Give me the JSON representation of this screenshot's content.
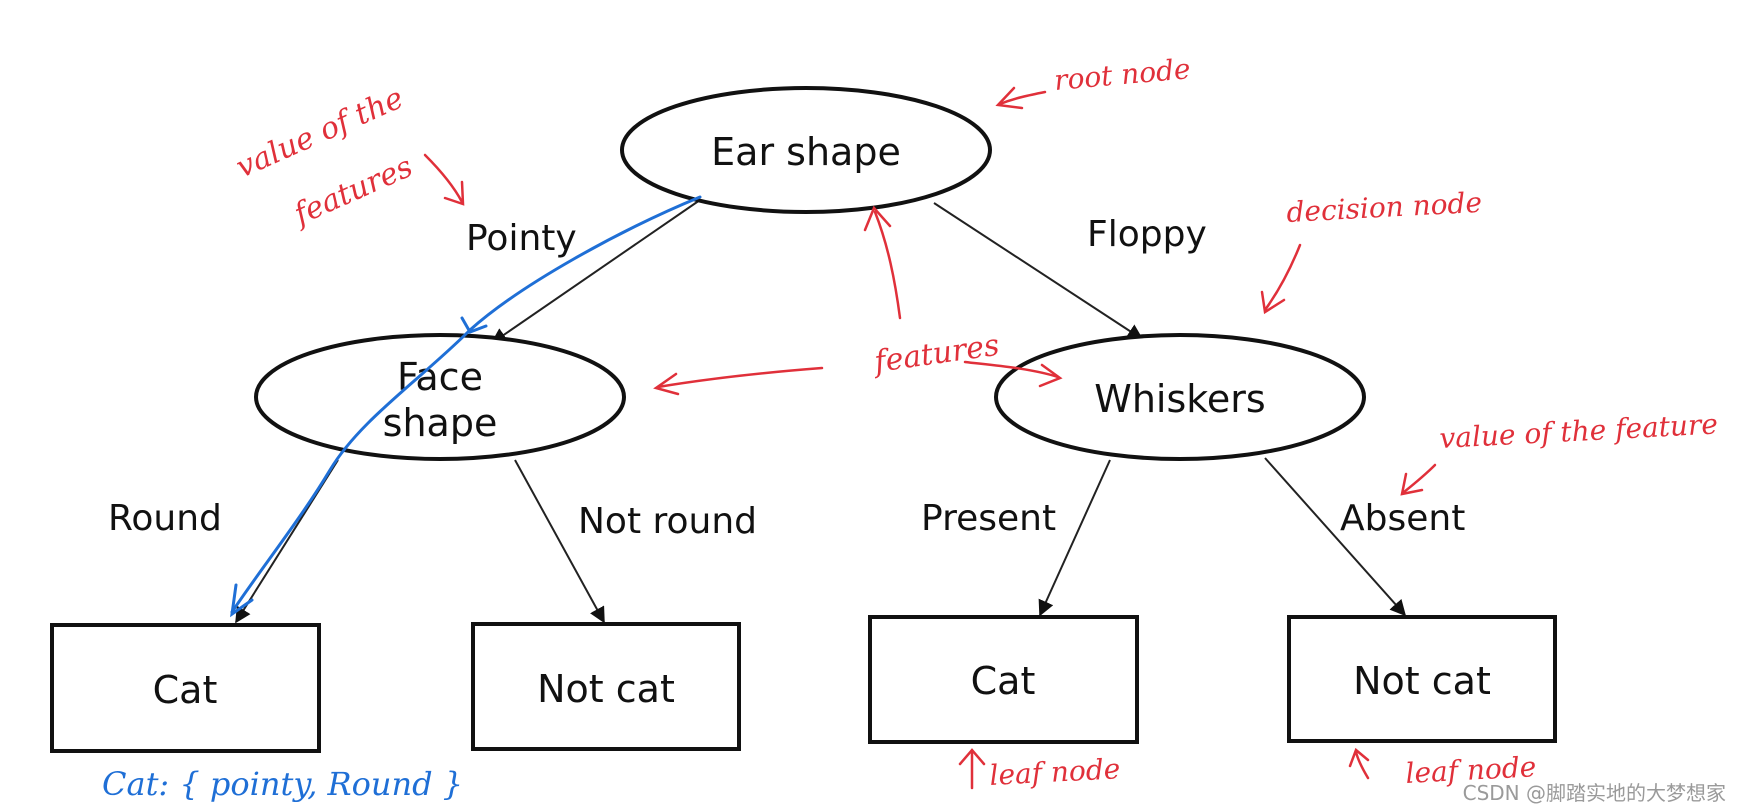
{
  "nodes": {
    "root": {
      "label": "Ear shape"
    },
    "face": {
      "line1": "Face",
      "line2": "shape"
    },
    "whiskers": {
      "label": "Whiskers"
    },
    "leaf1": {
      "label": "Cat"
    },
    "leaf2": {
      "label": "Not cat"
    },
    "leaf3": {
      "label": "Cat"
    },
    "leaf4": {
      "label": "Not cat"
    }
  },
  "edges": {
    "pointy": "Pointy",
    "floppy": "Floppy",
    "round": "Round",
    "not_round": "Not round",
    "present": "Present",
    "absent": "Absent"
  },
  "annotations": {
    "root_node": "root node",
    "value_of_the_features_line1": "value of the",
    "value_of_the_features_line2": "features",
    "decision_node": "decision node",
    "features": "features",
    "value_of_the_feature": "value of the feature",
    "leaf_node_1": "leaf node",
    "leaf_node_2": "leaf node",
    "cat_path": "Cat: { pointy, Round }"
  },
  "watermark": "CSDN @脚踏实地的大梦想家",
  "colors": {
    "ink": "#111111",
    "annotation_red": "#e0303a",
    "annotation_blue": "#1f6fd6",
    "watermark": "#9a9a9a"
  }
}
